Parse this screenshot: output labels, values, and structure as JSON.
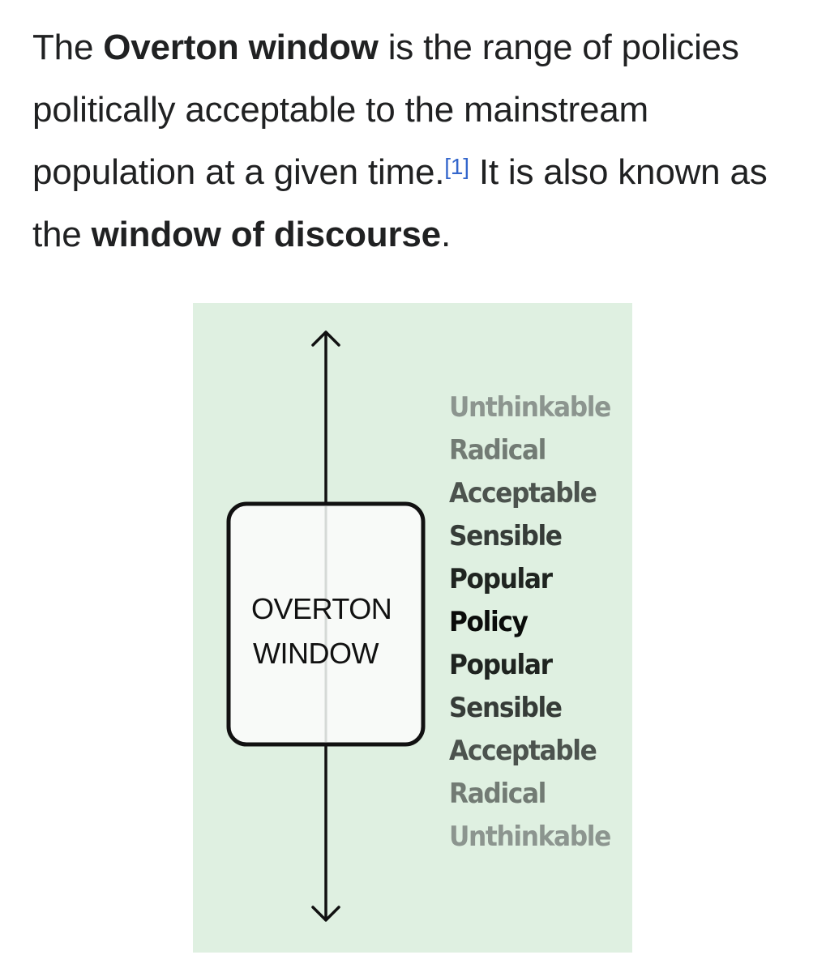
{
  "intro": {
    "part1": "The ",
    "term1": "Overton window",
    "part2": " is the range of policies politically acceptable to the mainstream population at a given time.",
    "citation": "[1]",
    "part3": " It is also known as the ",
    "term2": "window of discourse",
    "part4": "."
  },
  "diagram": {
    "window_label_line1": "OVERTON",
    "window_label_line2": "WINDOW",
    "levels": [
      {
        "label": "Unthinkable",
        "color": "#8c958f"
      },
      {
        "label": "Radical",
        "color": "#727b74"
      },
      {
        "label": "Acceptable",
        "color": "#4c534e"
      },
      {
        "label": "Sensible",
        "color": "#363c38"
      },
      {
        "label": "Popular",
        "color": "#1f2420"
      },
      {
        "label": "Policy",
        "color": "#0a0c0a"
      },
      {
        "label": "Popular",
        "color": "#1f2420"
      },
      {
        "label": "Sensible",
        "color": "#363c38"
      },
      {
        "label": "Acceptable",
        "color": "#4c534e"
      },
      {
        "label": "Radical",
        "color": "#727b74"
      },
      {
        "label": "Unthinkable",
        "color": "#8c958f"
      }
    ],
    "colors": {
      "background": "#dff0e1",
      "window_fill": "#f8faf8",
      "stroke": "#111111"
    }
  }
}
